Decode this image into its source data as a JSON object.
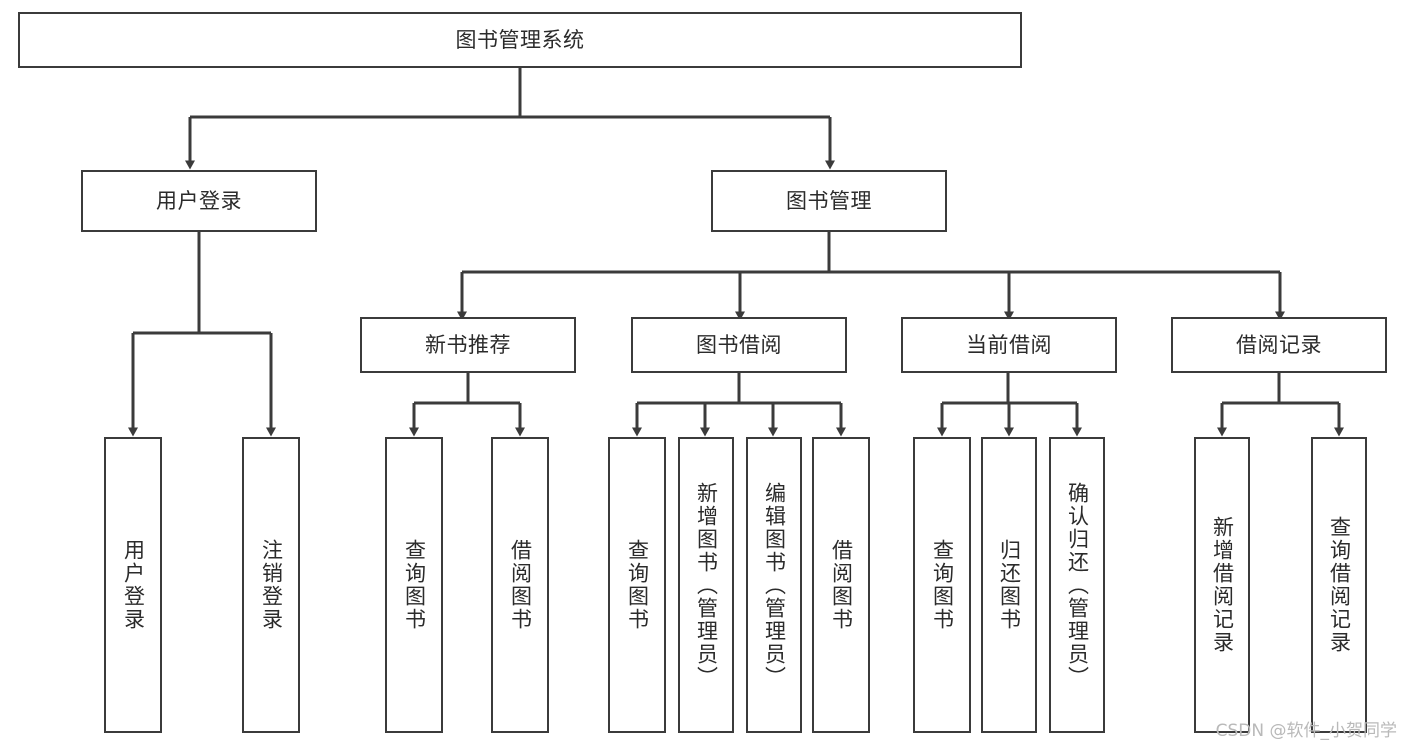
{
  "diagram": {
    "type": "tree",
    "title": "图书管理系统",
    "watermark": "CSDN @软件_小贺同学",
    "colors": {
      "node_border": "#3b3b3b",
      "node_fill": "#ffffff",
      "edge": "#3b3b3b",
      "text": "#2b2b2b",
      "watermark": "#b9b9b9",
      "background": "#ffffff"
    },
    "nodes": {
      "root": {
        "label": "图书管理系统",
        "orientation": "horizontal"
      },
      "l1": [
        {
          "id": "user_login",
          "label": "用户登录",
          "orientation": "horizontal"
        },
        {
          "id": "book_manage",
          "label": "图书管理",
          "orientation": "horizontal"
        }
      ],
      "l2": [
        {
          "id": "new_book_rec",
          "label": "新书推荐",
          "orientation": "horizontal"
        },
        {
          "id": "book_borrow",
          "label": "图书借阅",
          "orientation": "horizontal"
        },
        {
          "id": "current_borrow",
          "label": "当前借阅",
          "orientation": "horizontal"
        },
        {
          "id": "borrow_record",
          "label": "借阅记录",
          "orientation": "horizontal"
        }
      ],
      "leaves": [
        {
          "id": "leaf_user_login",
          "label": "用户登录",
          "orientation": "vertical",
          "parent": "user_login"
        },
        {
          "id": "leaf_user_logout",
          "label": "注销登录",
          "orientation": "vertical",
          "parent": "user_login"
        },
        {
          "id": "leaf_query_book_1",
          "label": "查询图书",
          "orientation": "vertical",
          "parent": "new_book_rec"
        },
        {
          "id": "leaf_borrow_book_1",
          "label": "借阅图书",
          "orientation": "vertical",
          "parent": "new_book_rec"
        },
        {
          "id": "leaf_query_book_2",
          "label": "查询图书",
          "orientation": "vertical",
          "parent": "book_borrow"
        },
        {
          "id": "leaf_add_book",
          "label": "新增图书（管理员）",
          "orientation": "vertical",
          "parent": "book_borrow"
        },
        {
          "id": "leaf_edit_book",
          "label": "编辑图书（管理员）",
          "orientation": "vertical",
          "parent": "book_borrow"
        },
        {
          "id": "leaf_borrow_book_2",
          "label": "借阅图书",
          "orientation": "vertical",
          "parent": "book_borrow"
        },
        {
          "id": "leaf_query_book_3",
          "label": "查询图书",
          "orientation": "vertical",
          "parent": "current_borrow"
        },
        {
          "id": "leaf_return_book",
          "label": "归还图书",
          "orientation": "vertical",
          "parent": "current_borrow"
        },
        {
          "id": "leaf_confirm_return",
          "label": "确认归还（管理员）",
          "orientation": "vertical",
          "parent": "current_borrow"
        },
        {
          "id": "leaf_add_record",
          "label": "新增借阅记录",
          "orientation": "vertical",
          "parent": "borrow_record"
        },
        {
          "id": "leaf_query_record",
          "label": "查询借阅记录",
          "orientation": "vertical",
          "parent": "borrow_record"
        }
      ]
    }
  }
}
